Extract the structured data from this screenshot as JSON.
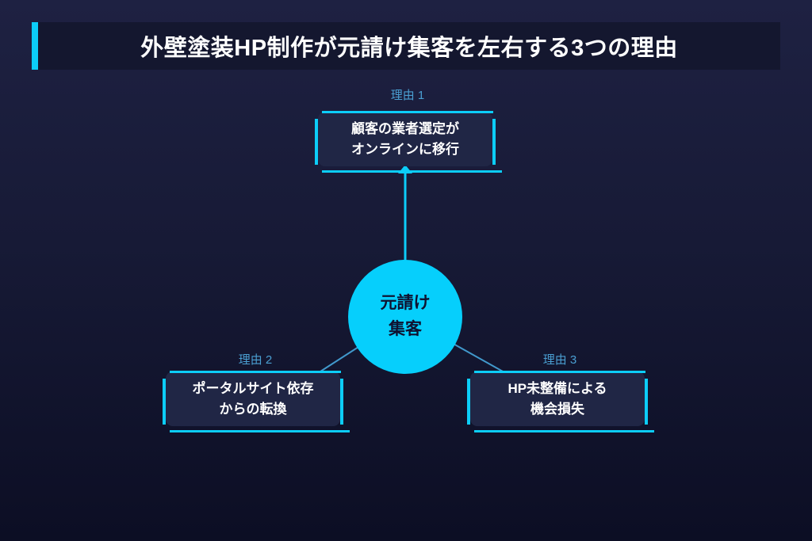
{
  "title": {
    "text": "外壁塗装HP制作が元請け集客を左右する3つの理由"
  },
  "center_node": {
    "line1": "元請け",
    "line2": "集客"
  },
  "reasons": [
    {
      "tag": "理由 1",
      "line1": "顧客の業者選定が",
      "line2": "オンラインに移行"
    },
    {
      "tag": "理由 2",
      "line1": "ポータルサイト依存",
      "line2": "からの転換"
    },
    {
      "tag": "理由 3",
      "line1": "HP未整備による",
      "line2": "機会損失"
    }
  ],
  "colors": {
    "accent": "#0ccdf8",
    "connector": "#4199cc",
    "tag_text": "#4a9fd2",
    "box_fill": "#202645",
    "title_bar_fill": "#14172f",
    "bg_top": "#1e2142",
    "bg_bottom": "#0c0e24",
    "circle_fill": "#06cffc",
    "circle_text": "#0f1230",
    "title_text": "#ffffff",
    "box_text": "#ffffff"
  }
}
